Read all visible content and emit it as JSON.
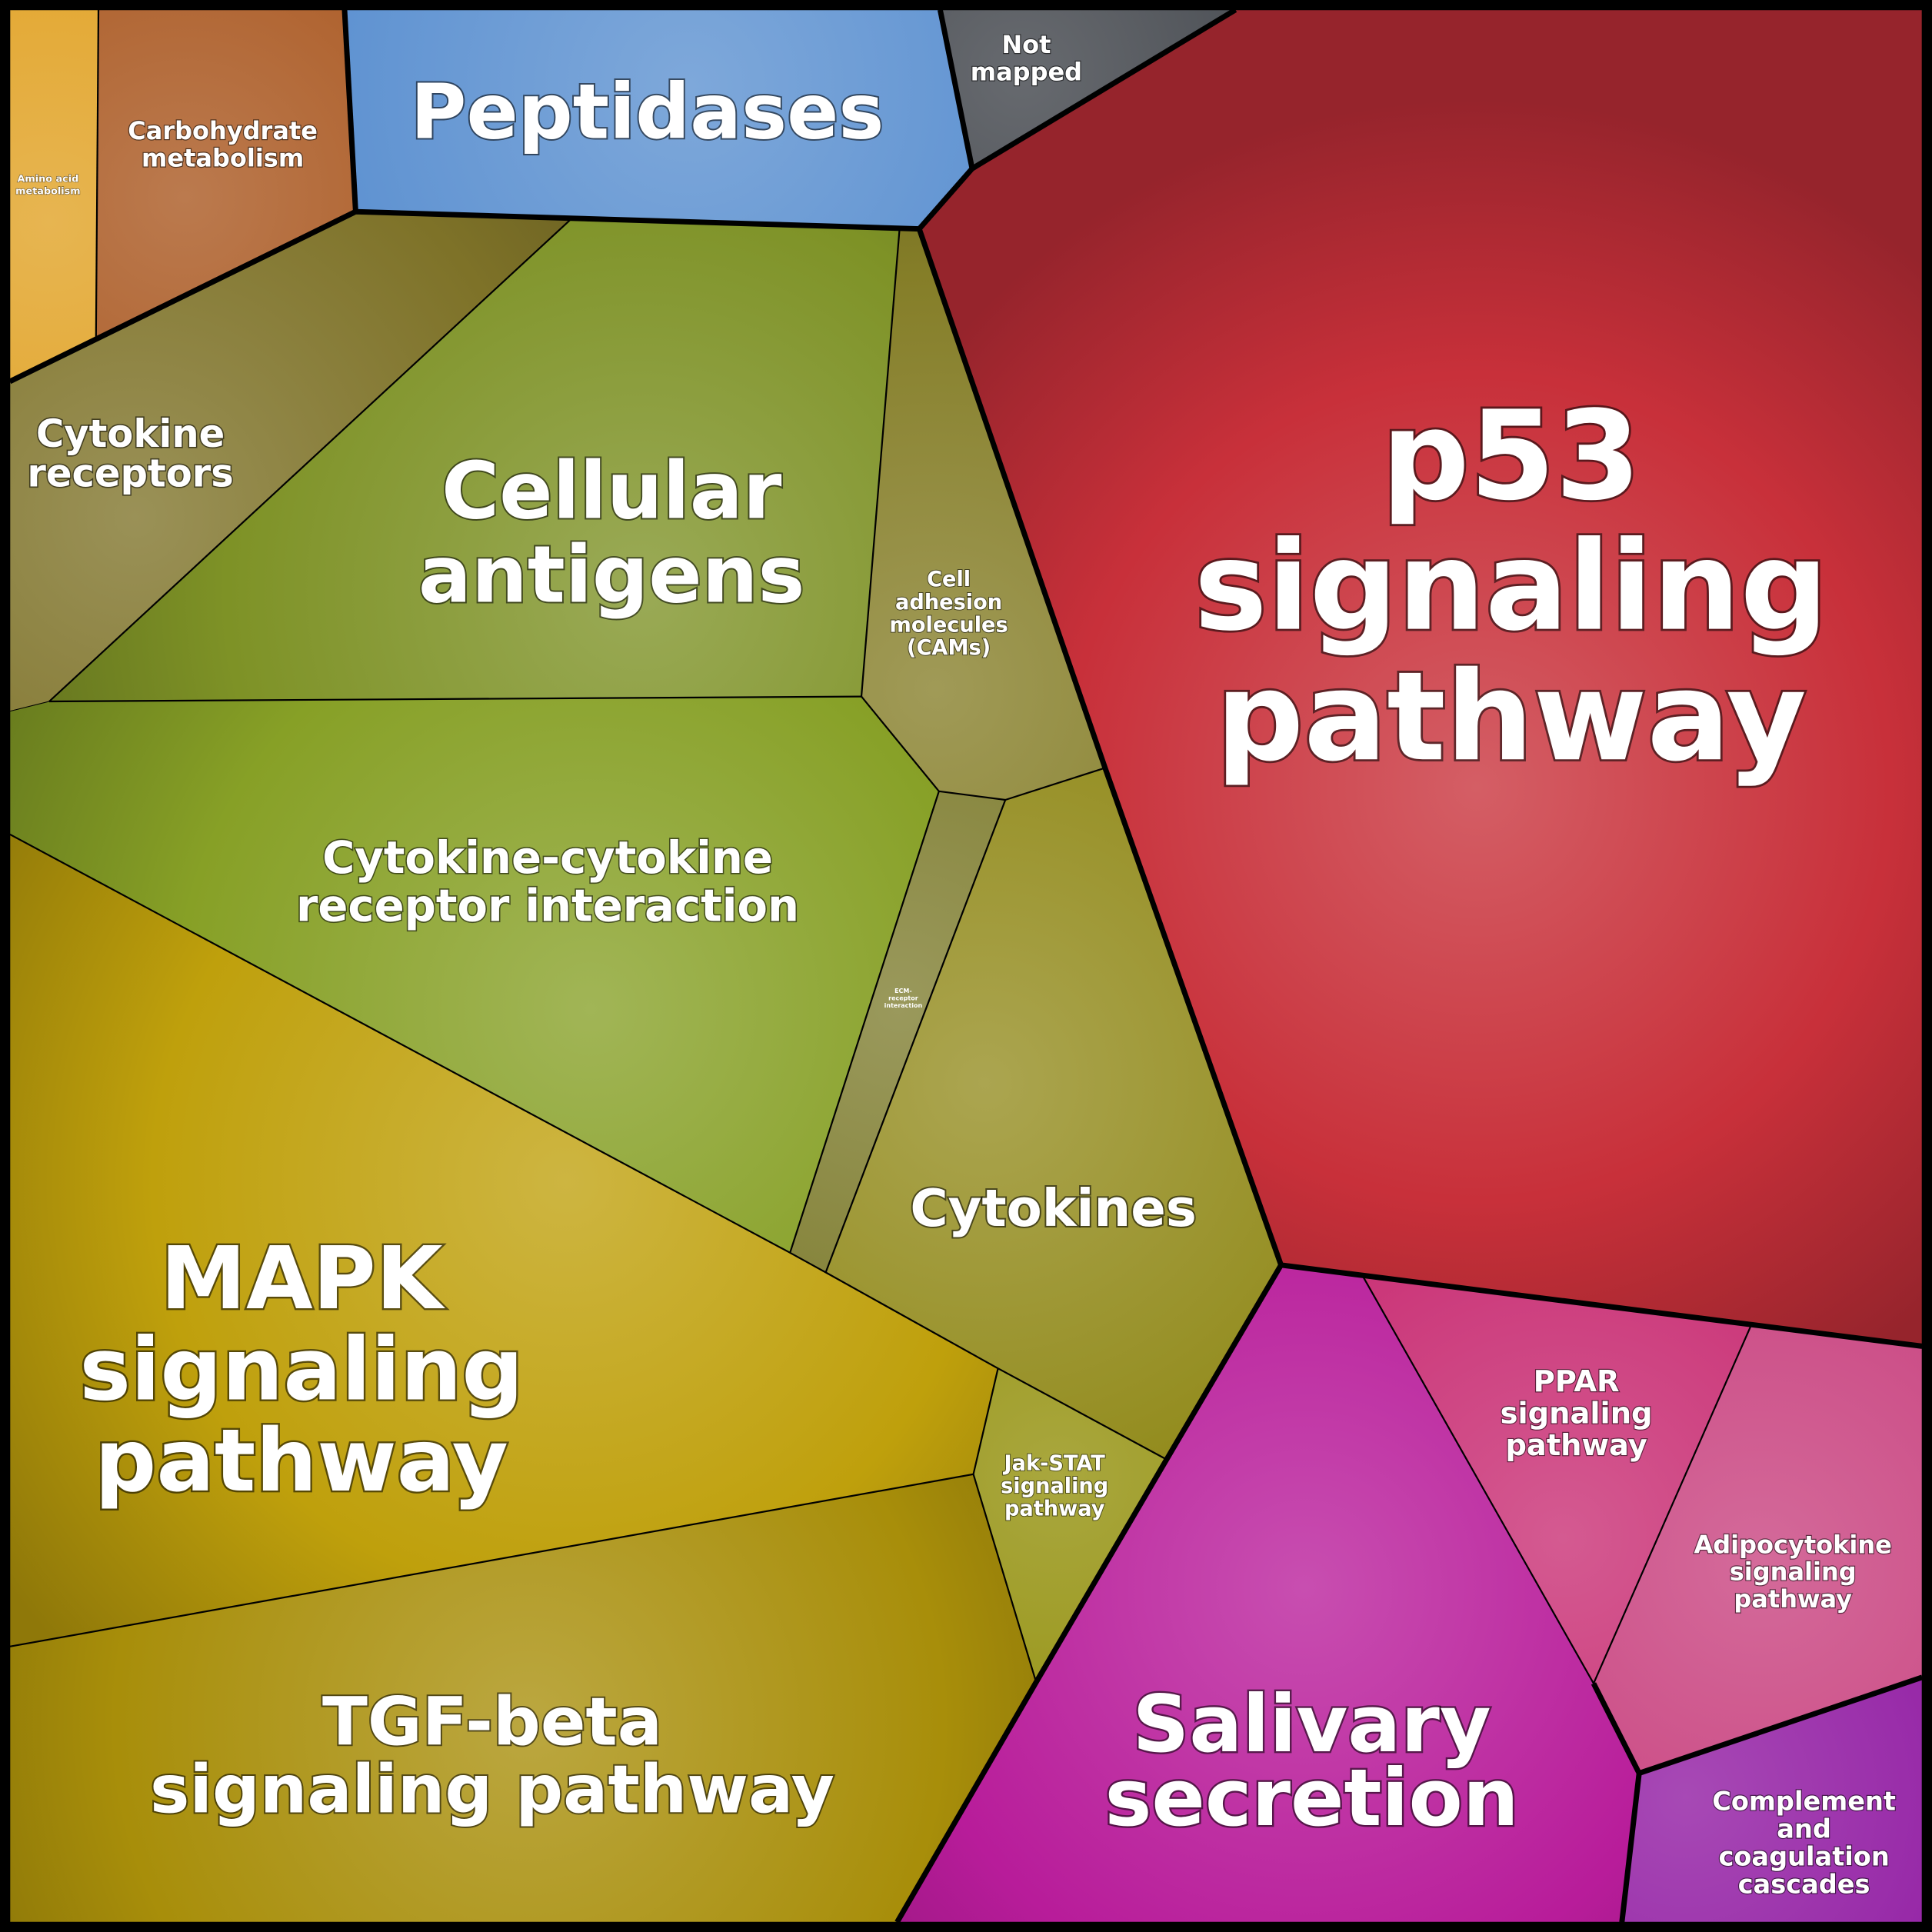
{
  "diagram": {
    "type": "voronoi-treemap",
    "background": "#000000",
    "cells": [
      {
        "id": "amino-acid-metabolism",
        "label": [
          "Amino acid",
          "metabolism"
        ],
        "color": "#e0a020"
      },
      {
        "id": "carbohydrate-metabolism",
        "label": [
          "Carbohydrate",
          "metabolism"
        ],
        "color": "#a8541c"
      },
      {
        "id": "peptidases",
        "label": [
          "Peptidases"
        ],
        "color": "#5a8fd0"
      },
      {
        "id": "not-mapped",
        "label": [
          "Not",
          "mapped"
        ],
        "color": "#3c4046"
      },
      {
        "id": "p53-signaling-pathway",
        "label": [
          "p53",
          "signaling",
          "pathway"
        ],
        "color": "#c8303a"
      },
      {
        "id": "cytokine-receptors",
        "label": [
          "Cytokine",
          "receptors"
        ],
        "color": "#7e7228"
      },
      {
        "id": "cellular-antigens",
        "label": [
          "Cellular",
          "antigens"
        ],
        "color": "#7e9226"
      },
      {
        "id": "cell-adhesion-molecules",
        "label": [
          "Cell",
          "adhesion",
          "molecules",
          "(CAMs)"
        ],
        "color": "#857e28"
      },
      {
        "id": "cytokine-cytokine-receptor-interaction",
        "label": [
          "Cytokine-cytokine",
          "receptor interaction"
        ],
        "color": "#87a026"
      },
      {
        "id": "ecm-receptor-interaction",
        "label": [
          "ECM-",
          "receptor",
          "interaction"
        ],
        "color": "#7e7c2e"
      },
      {
        "id": "cytokines",
        "label": [
          "Cytokines"
        ],
        "color": "#938c1e"
      },
      {
        "id": "mapk-signaling-pathway",
        "label": [
          "MAPK",
          "signaling",
          "pathway"
        ],
        "color": "#bfa00c"
      },
      {
        "id": "jak-stat-signaling-pathway",
        "label": [
          "Jak-STAT",
          "signaling",
          "pathway"
        ],
        "color": "#918e08"
      },
      {
        "id": "tgf-beta-signaling-pathway",
        "label": [
          "TGF-beta",
          "signaling pathway"
        ],
        "color": "#a88e0a"
      },
      {
        "id": "salivary-secretion",
        "label": [
          "Salivary",
          "secretion"
        ],
        "color": "#b81c9a"
      },
      {
        "id": "ppar-signaling-pathway",
        "label": [
          "PPAR",
          "signaling",
          "pathway"
        ],
        "color": "#c82c72"
      },
      {
        "id": "adipocytokine-signaling-pathway",
        "label": [
          "Adipocytokine",
          "signaling",
          "pathway"
        ],
        "color": "#c8407e"
      },
      {
        "id": "complement-and-coagulation-cascades",
        "label": [
          "Complement",
          "and",
          "coagulation",
          "cascades"
        ],
        "color": "#8e16a0"
      }
    ]
  }
}
